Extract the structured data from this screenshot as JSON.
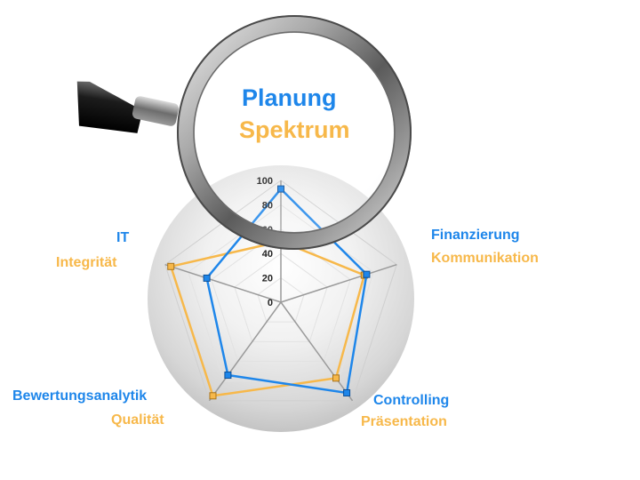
{
  "colors": {
    "primary": "#1e86ea",
    "secondary": "#f7b84a"
  },
  "titles": {
    "primary": "Planung",
    "secondary": "Spektrum"
  },
  "chart_data": {
    "type": "radar",
    "axes": [
      {
        "primary": "Finanzierung",
        "secondary": "Kommunikation"
      },
      {
        "primary": "Controlling",
        "secondary": "Präsentation"
      },
      {
        "primary": "Bewertungsanalytik",
        "secondary": "Qualität"
      },
      {
        "primary": "IT",
        "secondary": "Integrität"
      }
    ],
    "ticks": [
      "0",
      "20",
      "40",
      "60",
      "80",
      "100"
    ],
    "range": [
      0,
      100
    ],
    "series": [
      {
        "values": [
          93,
          74,
          92,
          74,
          64
        ]
      },
      {
        "values": [
          50,
          72,
          77,
          95,
          95
        ]
      }
    ]
  }
}
